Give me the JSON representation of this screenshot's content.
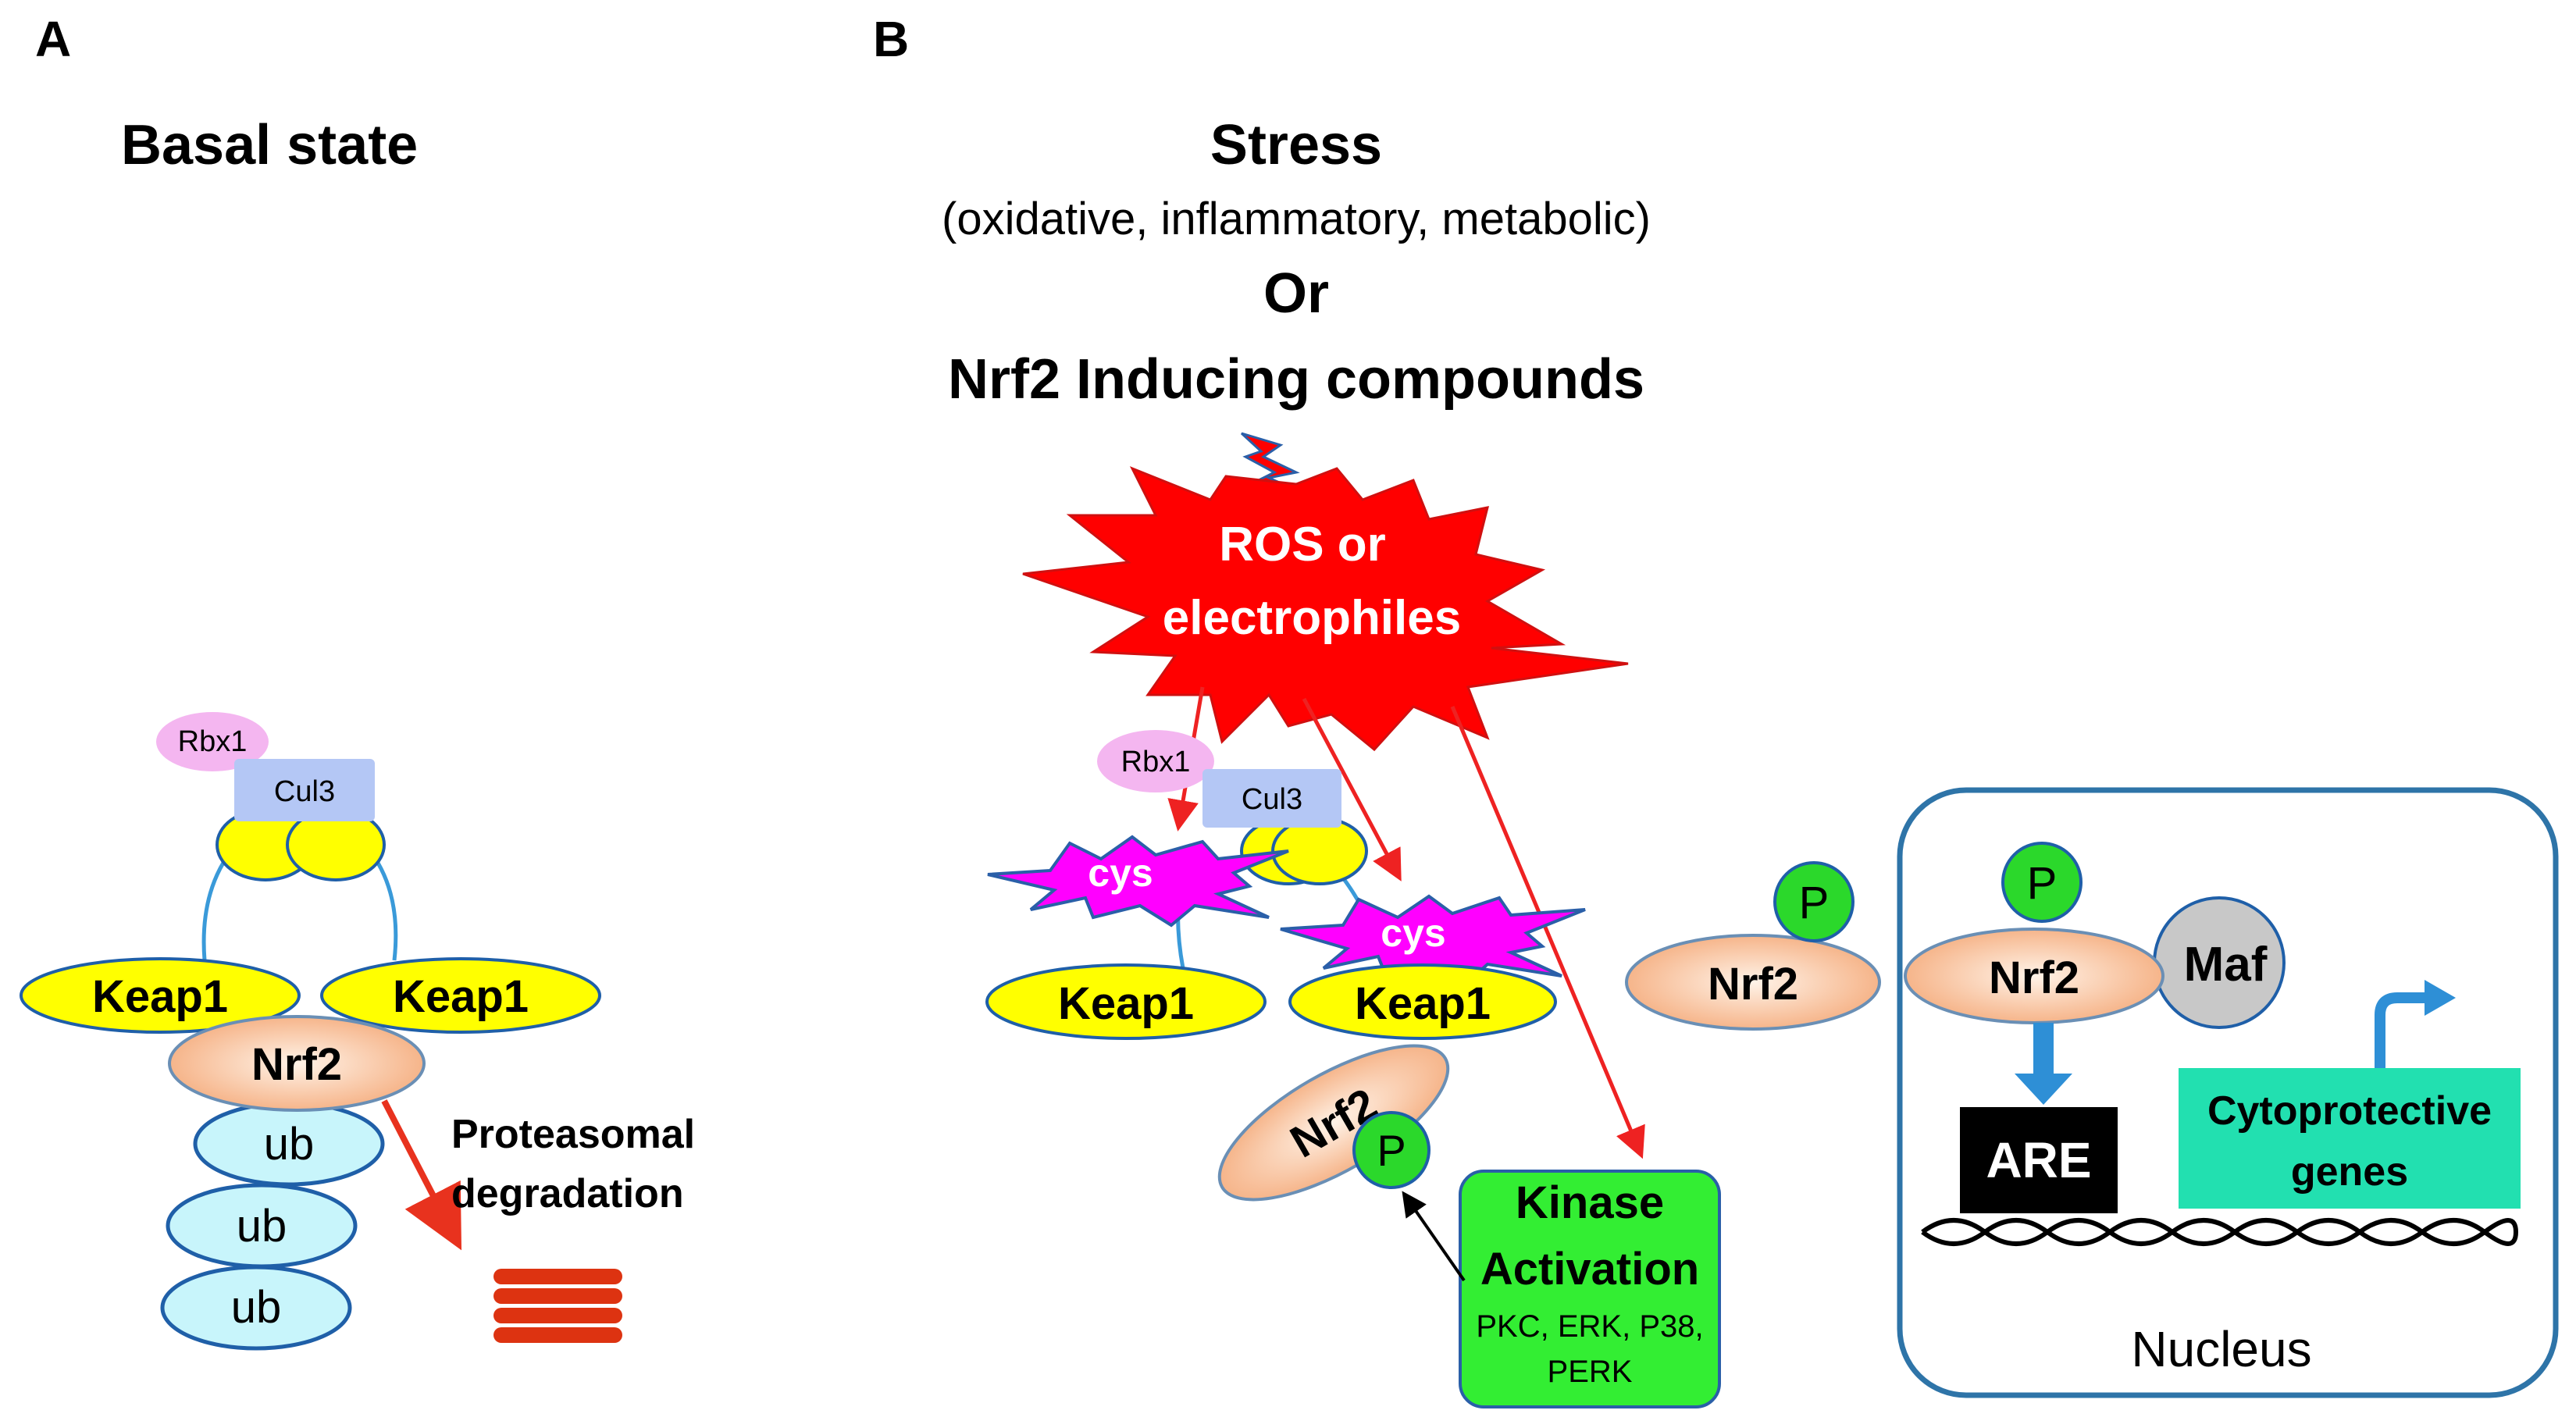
{
  "panel_a": {
    "letter": "A",
    "title": "Basal state",
    "rbx1": "Rbx1",
    "cul3": "Cul3",
    "keap1_left": "Keap1",
    "keap1_right": "Keap1",
    "nrf2": "Nrf2",
    "ub_1": "ub",
    "ub_2": "ub",
    "ub_3": "ub",
    "degradation_line1": "Proteasomal",
    "degradation_line2": "degradation"
  },
  "panel_b": {
    "letter": "B",
    "title": "Stress",
    "subtitle": "(oxidative, inflammatory, metabolic)",
    "or": "Or",
    "inducers": "Nrf2 Inducing compounds",
    "ros_line1": "ROS or",
    "ros_line2": "electrophiles",
    "rbx1": "Rbx1",
    "cul3": "Cul3",
    "cys_1": "cys",
    "cys_2": "cys",
    "keap1_left": "Keap1",
    "keap1_right": "Keap1",
    "nrf2_free": "Nrf2",
    "p_free": "P",
    "nrf2_cyto": "Nrf2",
    "p_cyto": "P",
    "kinase_line1": "Kinase",
    "kinase_line2": "Activation",
    "kinase_line3": "PKC, ERK, P38,",
    "kinase_line4": "PERK",
    "nucleus": {
      "label": "Nucleus",
      "nrf2": "Nrf2",
      "p": "P",
      "maf": "Maf",
      "are": "ARE",
      "genes_line1": "Cytoprotective",
      "genes_line2": "genes"
    }
  },
  "colors": {
    "keap1_yellow": "#ffff00",
    "cul3_blue": "#b4c7f5",
    "rbx1_pink": "#f4b6f0",
    "ub_cyan": "#c8f5fb",
    "nrf2_peach": "#f6b98f",
    "p_green": "#2bd82b",
    "ros_red": "#ff0000",
    "cys_magenta": "#ff00ff",
    "kinase_green": "#33ee33",
    "genes_teal": "#22e0b0",
    "nucleus_border": "#2e74a8",
    "arrow_red": "#e8321e",
    "proteasome_red": "#dd3311",
    "are_black": "#000000"
  }
}
